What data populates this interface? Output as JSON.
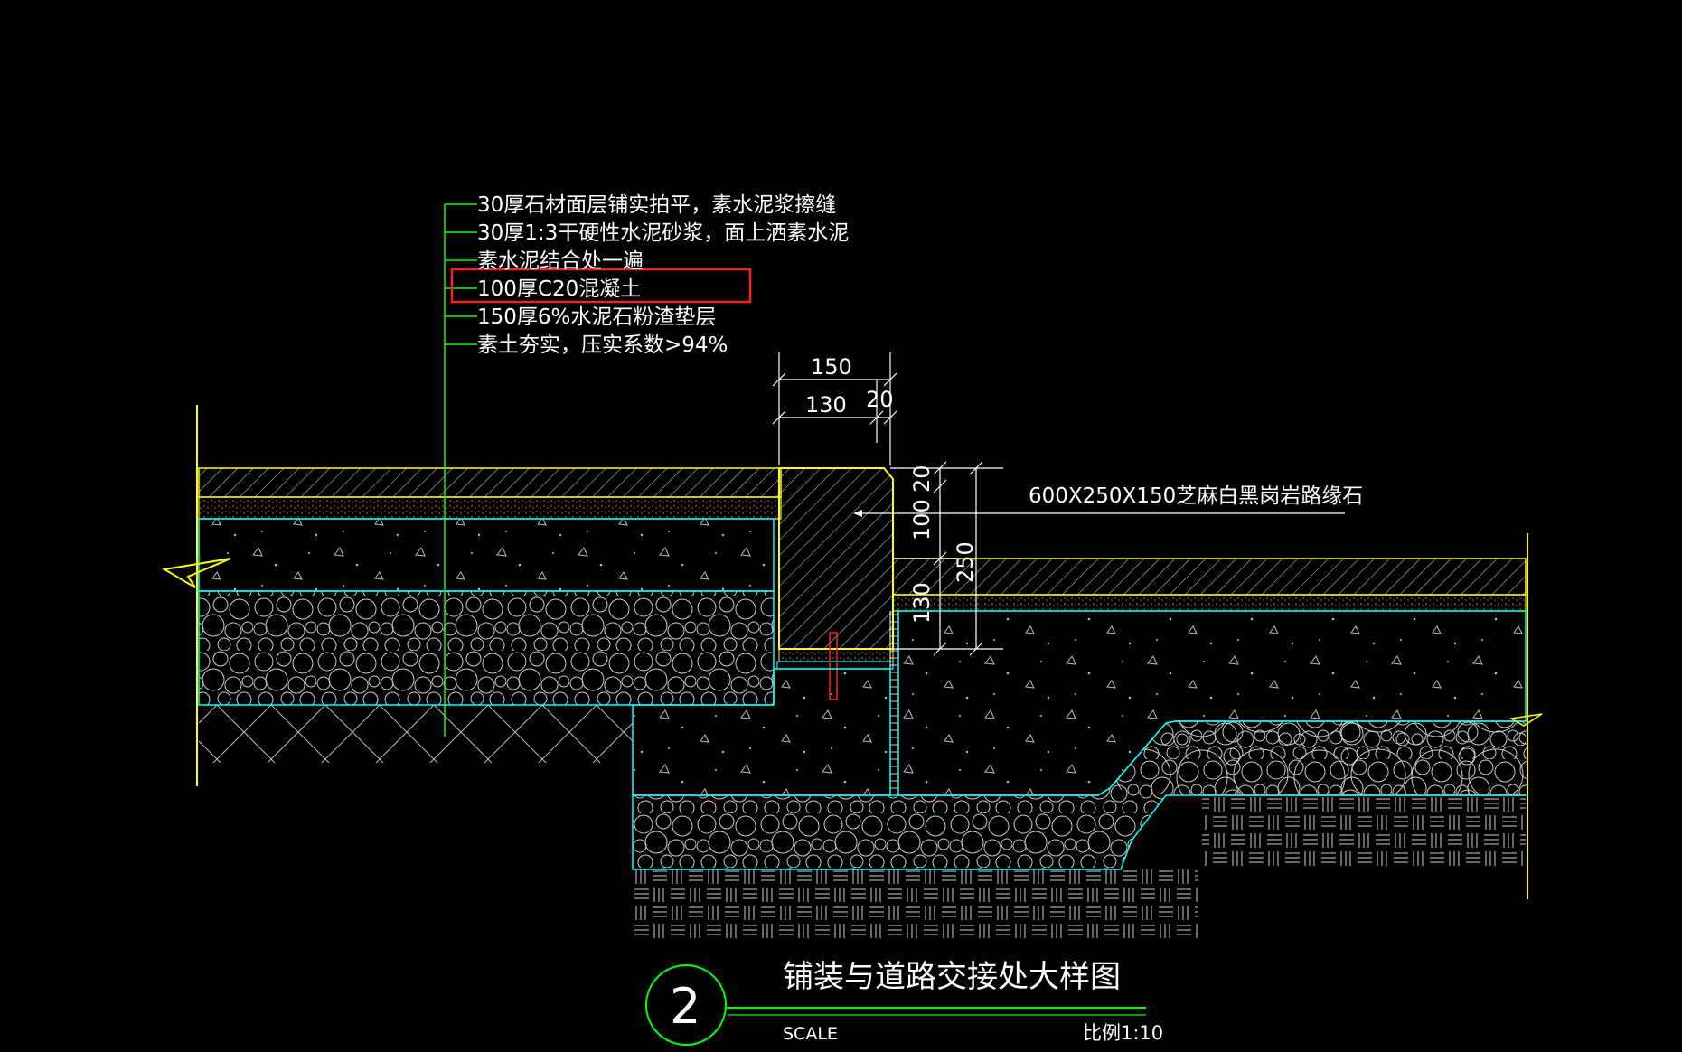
{
  "layer_notes": [
    "30厚石材面层铺实拍平，素水泥浆擦缝",
    "30厚1:3干硬性水泥砂浆，面上洒素水泥",
    "素水泥结合处一遍",
    "100厚C20混凝土",
    "150厚6%水泥石粉渣垫层",
    "素土夯实，压实系数>94%"
  ],
  "highlighted_note_index": 3,
  "dimensions": {
    "top_total": "150",
    "top_left": "130",
    "top_right": "20",
    "vert_a": "20",
    "vert_b": "100",
    "vert_c": "130",
    "vert_total": "250"
  },
  "curb_label": "600X250X150芝麻白黑岗岩路缘石",
  "title": {
    "number": "2",
    "name": "铺装与道路交接处大样图",
    "scale_label": "SCALE",
    "scale_value": "比例1:10"
  },
  "colors": {
    "background": "#000000",
    "leader_green": "#00ff00",
    "text_white": "#ffffff",
    "layer_yellow": "#ffff00",
    "layer_cyan": "#00ffff",
    "highlight_red": "#ff2020",
    "hatch_gray": "#d0d0d0"
  }
}
